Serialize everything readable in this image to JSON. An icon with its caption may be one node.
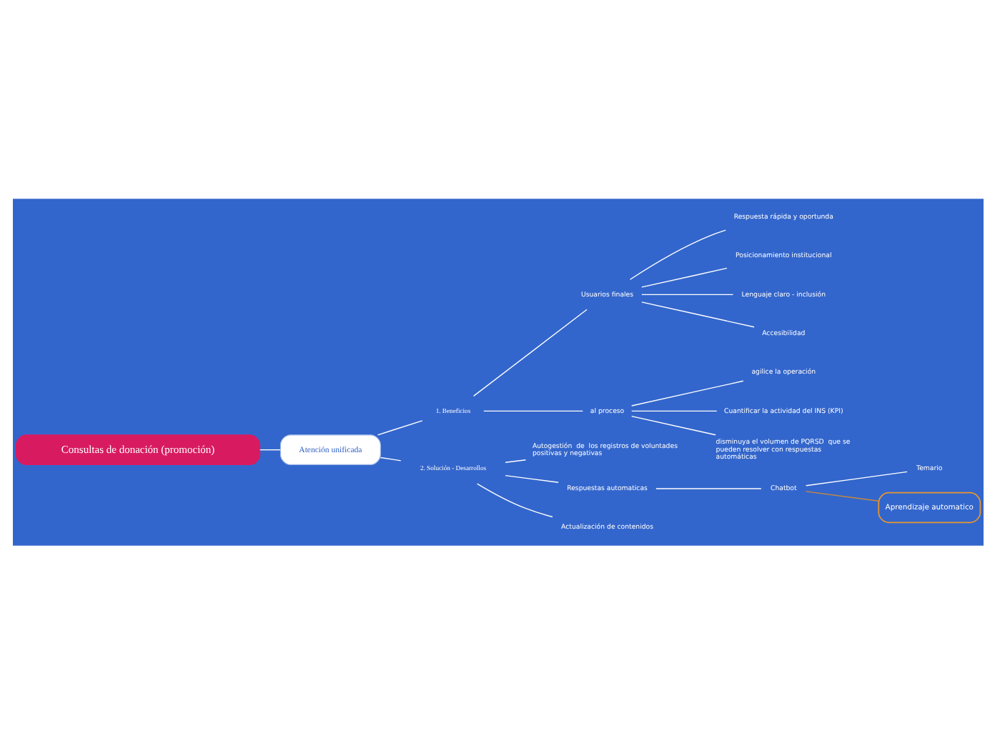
{
  "diagram": {
    "nodes": [
      {
        "text": [
          "Consultas de donación (promoción)"
        ]
      },
      {
        "text": [
          "Atención unificada"
        ]
      },
      {
        "text": [
          "1. Beneficios"
        ]
      },
      {
        "text": [
          "Usuarios finales"
        ]
      },
      {
        "text": [
          "Respuesta rápida y oportunda"
        ]
      },
      {
        "text": [
          "Posicionamiento institucional"
        ]
      },
      {
        "text": [
          "Lenguaje claro - inclusión"
        ]
      },
      {
        "text": [
          "Accesibilidad"
        ]
      },
      {
        "text": [
          "al proceso"
        ]
      },
      {
        "text": [
          "agilice la operación"
        ]
      },
      {
        "text": [
          "Cuantificar la actividad del INS (KPI)"
        ]
      },
      {
        "text": [
          "disminuya el volumen de PQRSD  que se pueden resolver con respuestas automáticas"
        ]
      },
      {
        "text": [
          "2. Solución - Desarrollos"
        ]
      },
      {
        "text": [
          "Autogestión  de  los registros de voluntades positivas y negativas"
        ]
      },
      {
        "text": [
          "Respuestas automaticas"
        ]
      },
      {
        "text": [
          "Chatbot"
        ]
      },
      {
        "text": [
          "Temario"
        ]
      },
      {
        "text": [
          "Aprendizaje automatico"
        ]
      },
      {
        "text": [
          "Actualización de contenidos"
        ]
      }
    ],
    "edges": [
      {
        "from": 0,
        "to": 1,
        "arrow": "none"
      },
      {
        "from": 1,
        "to": 2,
        "arrow": "none"
      },
      {
        "from": 2,
        "to": 3,
        "arrow": "none"
      },
      {
        "from": 3,
        "to": 4,
        "arrow": "none"
      },
      {
        "from": 3,
        "to": 5,
        "arrow": "none"
      },
      {
        "from": 3,
        "to": 6,
        "arrow": "none"
      },
      {
        "from": 3,
        "to": 7,
        "arrow": "none"
      },
      {
        "from": 2,
        "to": 8,
        "arrow": "none"
      },
      {
        "from": 8,
        "to": 9,
        "arrow": "none"
      },
      {
        "from": 8,
        "to": 10,
        "arrow": "none"
      },
      {
        "from": 8,
        "to": 11,
        "arrow": "none"
      },
      {
        "from": 1,
        "to": 12,
        "arrow": "none"
      },
      {
        "from": 12,
        "to": 13,
        "arrow": "none"
      },
      {
        "from": 12,
        "to": 14,
        "arrow": "none"
      },
      {
        "from": 14,
        "to": 15,
        "arrow": "none"
      },
      {
        "from": 15,
        "to": 16,
        "arrow": "none"
      },
      {
        "from": 15,
        "to": 17,
        "arrow": "none",
        "color": "#c8893a"
      },
      {
        "from": 12,
        "to": 18,
        "arrow": "none"
      }
    ]
  }
}
